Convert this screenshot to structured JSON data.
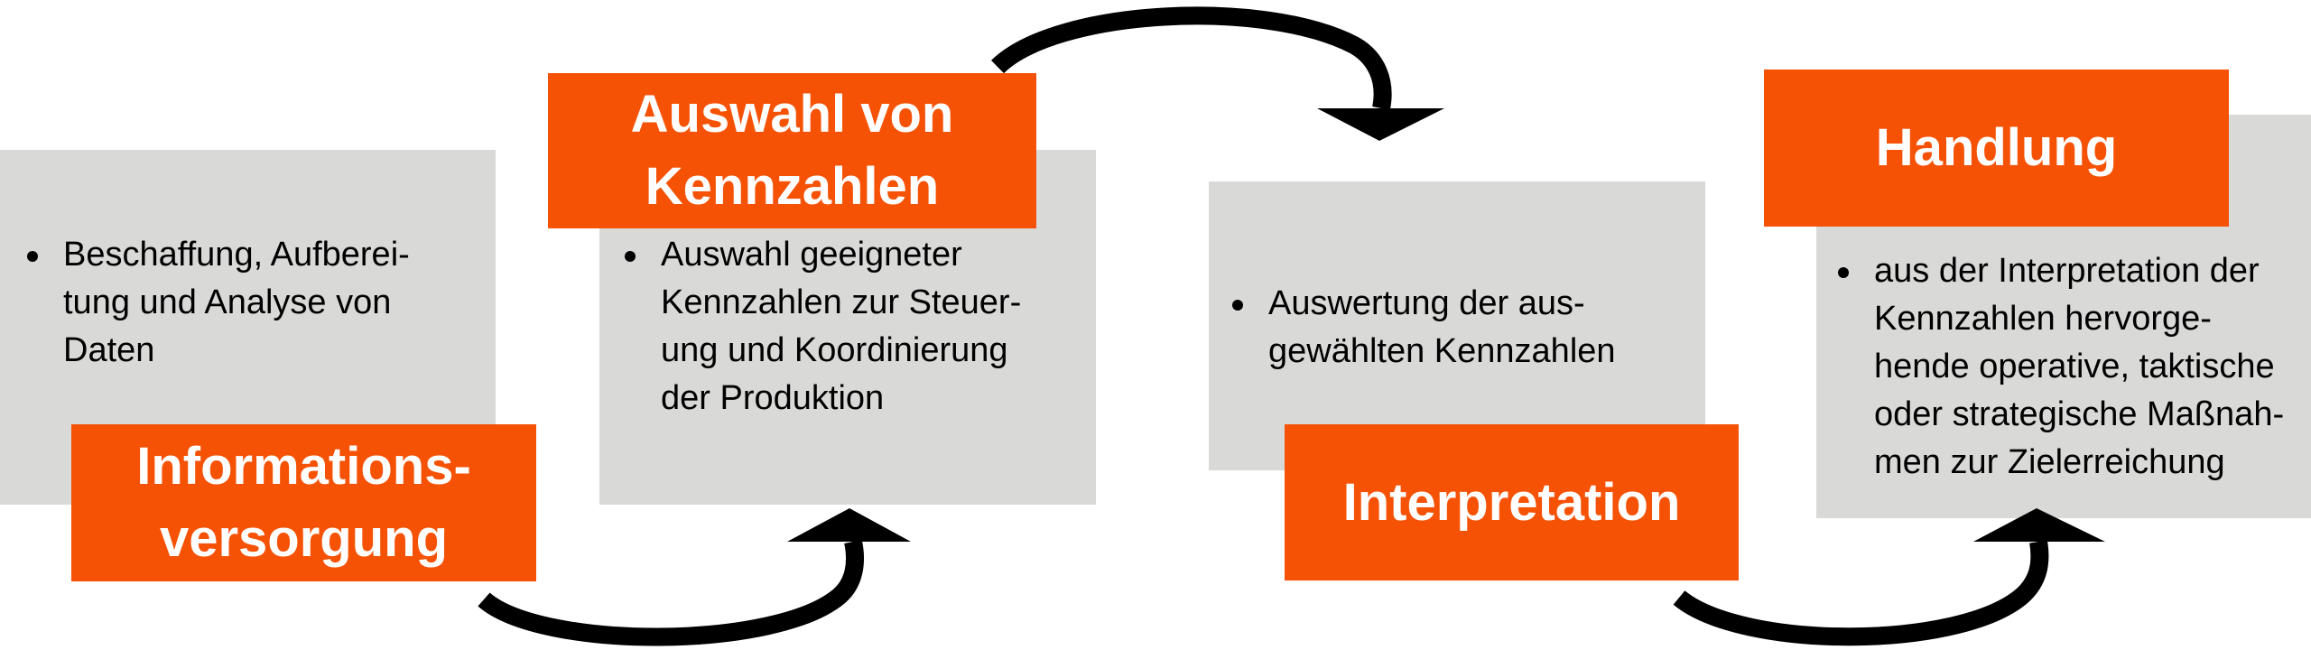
{
  "stages": [
    {
      "title_lines": [
        "Informations-",
        "versorgung"
      ],
      "bullet_lines": [
        "Beschaffung, Aufberei-",
        "tung und Analyse von",
        "Daten"
      ]
    },
    {
      "title_lines": [
        "Auswahl von",
        "Kennzahlen"
      ],
      "bullet_lines": [
        "Auswahl geeigneter",
        "Kennzahlen zur Steuer-",
        "ung und Koordinierung",
        "der Produktion"
      ]
    },
    {
      "title_lines": [
        "Interpretation"
      ],
      "bullet_lines": [
        "Auswertung der aus-",
        "gewählten Kennzahlen"
      ]
    },
    {
      "title_lines": [
        "Handlung"
      ],
      "bullet_lines": [
        "aus der Interpretation der",
        "Kennzahlen hervorge-",
        "hende operative, taktische",
        "oder strategische Maßnah-",
        "men zur Zielerreichung"
      ]
    }
  ],
  "colors": {
    "accent": "#f55205",
    "box_gray": "#d9d9d8",
    "arrow": "#000000"
  }
}
